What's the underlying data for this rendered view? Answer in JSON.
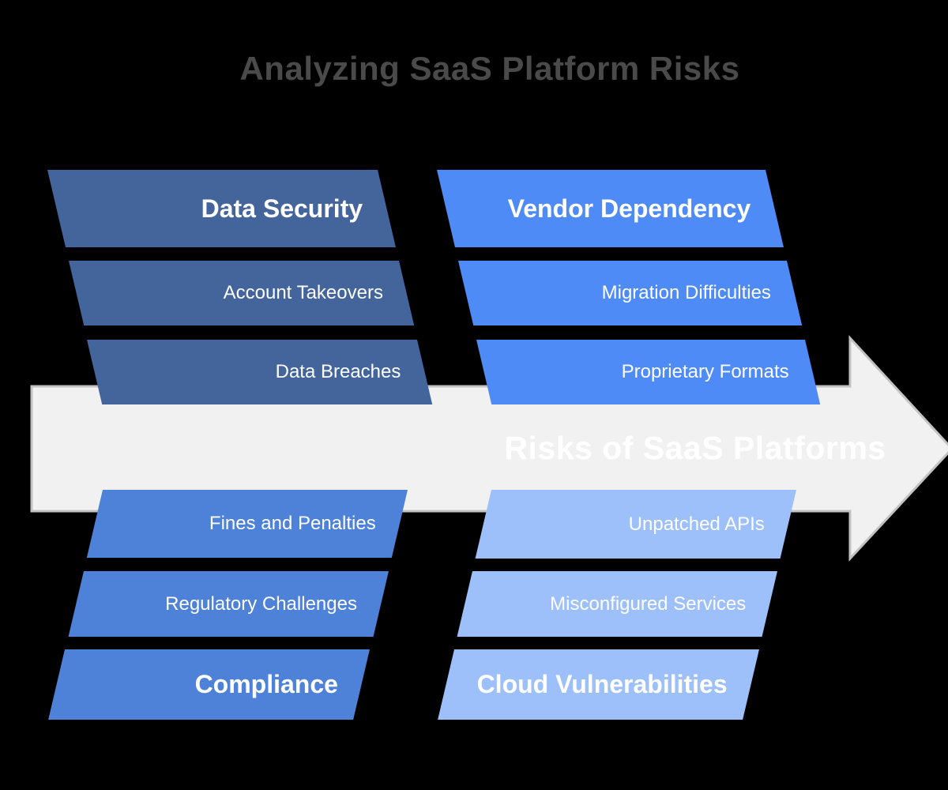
{
  "title": "Analyzing SaaS Platform Risks",
  "arrow": {
    "label": "Risks of SaaS Platforms"
  },
  "groups": {
    "top_left": {
      "name": "Data Security",
      "items": [
        {
          "label": "Data Security",
          "header": true
        },
        {
          "label": "Account Takeovers",
          "header": false
        },
        {
          "label": "Data Breaches",
          "header": false
        }
      ]
    },
    "top_right": {
      "name": "Vendor Dependency",
      "items": [
        {
          "label": "Vendor Dependency",
          "header": true
        },
        {
          "label": "Migration Difficulties",
          "header": false
        },
        {
          "label": "Proprietary Formats",
          "header": false
        }
      ]
    },
    "bottom_left": {
      "name": "Compliance",
      "items": [
        {
          "label": "Fines and Penalties",
          "header": false
        },
        {
          "label": "Regulatory Challenges",
          "header": false
        },
        {
          "label": "Compliance",
          "header": true
        }
      ]
    },
    "bottom_right": {
      "name": "Cloud Vulnerabilities",
      "items": [
        {
          "label": "Unpatched APIs",
          "header": false
        },
        {
          "label": "Misconfigured Services",
          "header": false
        },
        {
          "label": "Cloud Vulnerabilities",
          "header": true
        }
      ]
    }
  },
  "colors": {
    "background": "#000000",
    "title_color": "#4A4A4A",
    "label_color": "#FFFFFF",
    "top_left": "#44659C",
    "top_right": "#4E8BF7",
    "bottom_left": "#4D82D8",
    "bottom_right": "#9DC0FA",
    "arrow_fill": "#F1F1F2",
    "arrow_border": "#C2C2C2"
  }
}
